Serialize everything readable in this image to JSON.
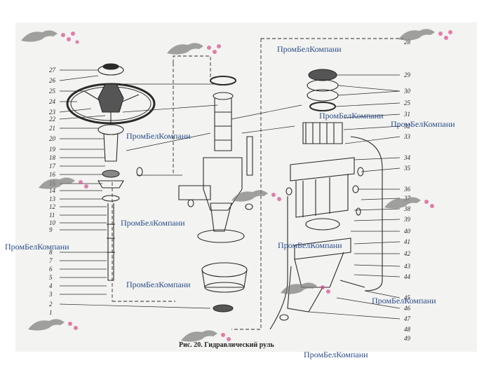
{
  "figure": {
    "caption": "Рис. 20. Гидравлический руль",
    "part_numbers_left": [
      "27",
      "26",
      "25",
      "24",
      "23",
      "22",
      "21",
      "20",
      "19",
      "18",
      "17",
      "16",
      "15",
      "14",
      "13",
      "12",
      "11",
      "10",
      "9",
      "8",
      "7",
      "6",
      "5",
      "4",
      "3",
      "2",
      "1"
    ],
    "part_numbers_right": [
      "28",
      "29",
      "30",
      "25",
      "31",
      "32",
      "33",
      "34",
      "35",
      "36",
      "37",
      "38",
      "39",
      "40",
      "41",
      "42",
      "43",
      "44",
      "45",
      "46",
      "47",
      "48",
      "49"
    ]
  },
  "watermarks": [
    "ПромБелКомпани",
    "ПромБелКомпани",
    "ПромБелКомпани",
    "ПромБелКомпани",
    "ПромБелКомпани",
    "ПромБелКомпани",
    "ПромБелКомпани",
    "ПромБелКомпани",
    "ПромБелКомпани"
  ],
  "colors": {
    "drawing": "#2a2a2a",
    "watermark_text": "#2b4d8a",
    "logo_animal": "#7a7a7a",
    "logo_flowers": "#d44b8c"
  }
}
